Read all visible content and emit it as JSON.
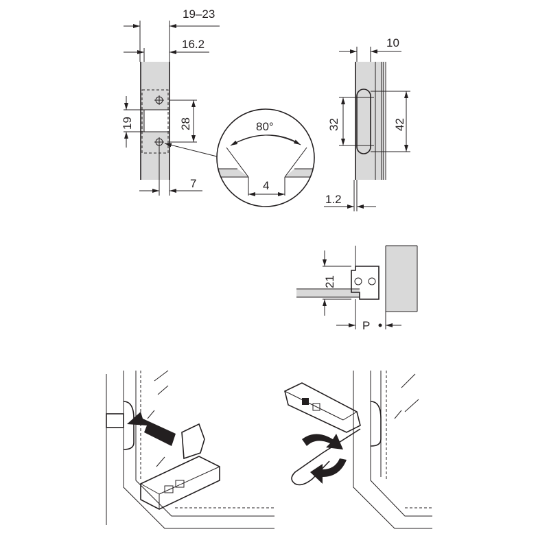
{
  "dimensions": {
    "glass_thickness": "19–23",
    "hinge_depth": "16.2",
    "cutout_height": "19",
    "hole_spacing": "28",
    "countersink_angle": "80°",
    "hole_diameter": "4",
    "hole_offset": "7",
    "profile_offset": "10",
    "slot_length_inner": "32",
    "slot_length_outer": "42",
    "gap": "1.2",
    "profile_height": "21",
    "profile_reference": "P"
  },
  "colors": {
    "line": "#231f20",
    "glass": "#d9d9d9"
  }
}
